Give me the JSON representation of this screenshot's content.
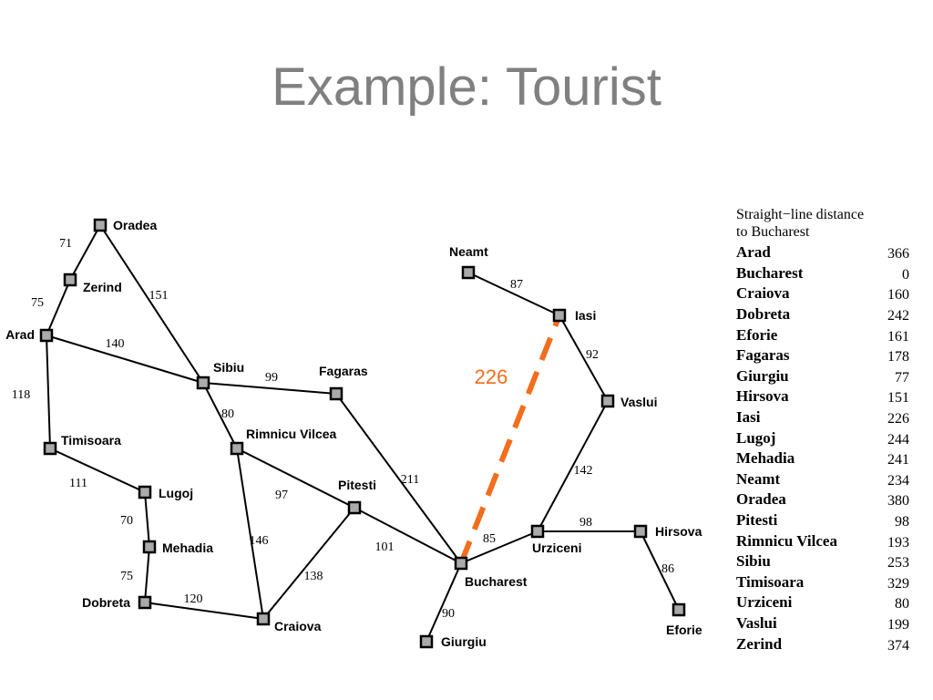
{
  "title": "Example: Tourist",
  "colors": {
    "title": "#808080",
    "highlight": "#f26d1c",
    "node_fill": "#aaaaaa"
  },
  "highlight": {
    "from": "Bucharest",
    "to": "Iasi",
    "label": "226"
  },
  "cities": [
    {
      "name": "Oradea"
    },
    {
      "name": "Zerind"
    },
    {
      "name": "Arad"
    },
    {
      "name": "Timisoara"
    },
    {
      "name": "Lugoj"
    },
    {
      "name": "Mehadia"
    },
    {
      "name": "Dobreta"
    },
    {
      "name": "Sibiu"
    },
    {
      "name": "Rimnicu Vilcea"
    },
    {
      "name": "Craiova"
    },
    {
      "name": "Fagaras"
    },
    {
      "name": "Pitesti"
    },
    {
      "name": "Bucharest"
    },
    {
      "name": "Giurgiu"
    },
    {
      "name": "Urziceni"
    },
    {
      "name": "Hirsova"
    },
    {
      "name": "Eforie"
    },
    {
      "name": "Vaslui"
    },
    {
      "name": "Iasi"
    },
    {
      "name": "Neamt"
    }
  ],
  "roads": [
    {
      "a": "Oradea",
      "b": "Zerind",
      "dist": "71"
    },
    {
      "a": "Zerind",
      "b": "Arad",
      "dist": "75"
    },
    {
      "a": "Oradea",
      "b": "Sibiu",
      "dist": "151"
    },
    {
      "a": "Arad",
      "b": "Sibiu",
      "dist": "140"
    },
    {
      "a": "Arad",
      "b": "Timisoara",
      "dist": "118"
    },
    {
      "a": "Timisoara",
      "b": "Lugoj",
      "dist": "111"
    },
    {
      "a": "Lugoj",
      "b": "Mehadia",
      "dist": "70"
    },
    {
      "a": "Mehadia",
      "b": "Dobreta",
      "dist": "75"
    },
    {
      "a": "Dobreta",
      "b": "Craiova",
      "dist": "120"
    },
    {
      "a": "Sibiu",
      "b": "Fagaras",
      "dist": "99"
    },
    {
      "a": "Sibiu",
      "b": "Rimnicu Vilcea",
      "dist": "80"
    },
    {
      "a": "Rimnicu Vilcea",
      "b": "Pitesti",
      "dist": "97"
    },
    {
      "a": "Rimnicu Vilcea",
      "b": "Craiova",
      "dist": "146"
    },
    {
      "a": "Craiova",
      "b": "Pitesti",
      "dist": "138"
    },
    {
      "a": "Fagaras",
      "b": "Bucharest",
      "dist": "211"
    },
    {
      "a": "Pitesti",
      "b": "Bucharest",
      "dist": "101"
    },
    {
      "a": "Bucharest",
      "b": "Giurgiu",
      "dist": "90"
    },
    {
      "a": "Bucharest",
      "b": "Urziceni",
      "dist": "85"
    },
    {
      "a": "Urziceni",
      "b": "Hirsova",
      "dist": "98"
    },
    {
      "a": "Hirsova",
      "b": "Eforie",
      "dist": "86"
    },
    {
      "a": "Urziceni",
      "b": "Vaslui",
      "dist": "142"
    },
    {
      "a": "Vaslui",
      "b": "Iasi",
      "dist": "92"
    },
    {
      "a": "Iasi",
      "b": "Neamt",
      "dist": "87"
    }
  ],
  "sld_table": {
    "title_line1": "Straight−line distance",
    "title_line2": "to Bucharest",
    "rows": [
      {
        "city": "Arad",
        "value": "366"
      },
      {
        "city": "Bucharest",
        "value": "0"
      },
      {
        "city": "Craiova",
        "value": "160"
      },
      {
        "city": "Dobreta",
        "value": "242"
      },
      {
        "city": "Eforie",
        "value": "161"
      },
      {
        "city": "Fagaras",
        "value": "178"
      },
      {
        "city": "Giurgiu",
        "value": "77"
      },
      {
        "city": "Hirsova",
        "value": "151"
      },
      {
        "city": "Iasi",
        "value": "226"
      },
      {
        "city": "Lugoj",
        "value": "244"
      },
      {
        "city": "Mehadia",
        "value": "241"
      },
      {
        "city": "Neamt",
        "value": "234"
      },
      {
        "city": "Oradea",
        "value": "380"
      },
      {
        "city": "Pitesti",
        "value": "98"
      },
      {
        "city": "Rimnicu Vilcea",
        "value": "193"
      },
      {
        "city": "Sibiu",
        "value": "253"
      },
      {
        "city": "Timisoara",
        "value": "329"
      },
      {
        "city": "Urziceni",
        "value": "80"
      },
      {
        "city": "Vaslui",
        "value": "199"
      },
      {
        "city": "Zerind",
        "value": "374"
      }
    ]
  }
}
